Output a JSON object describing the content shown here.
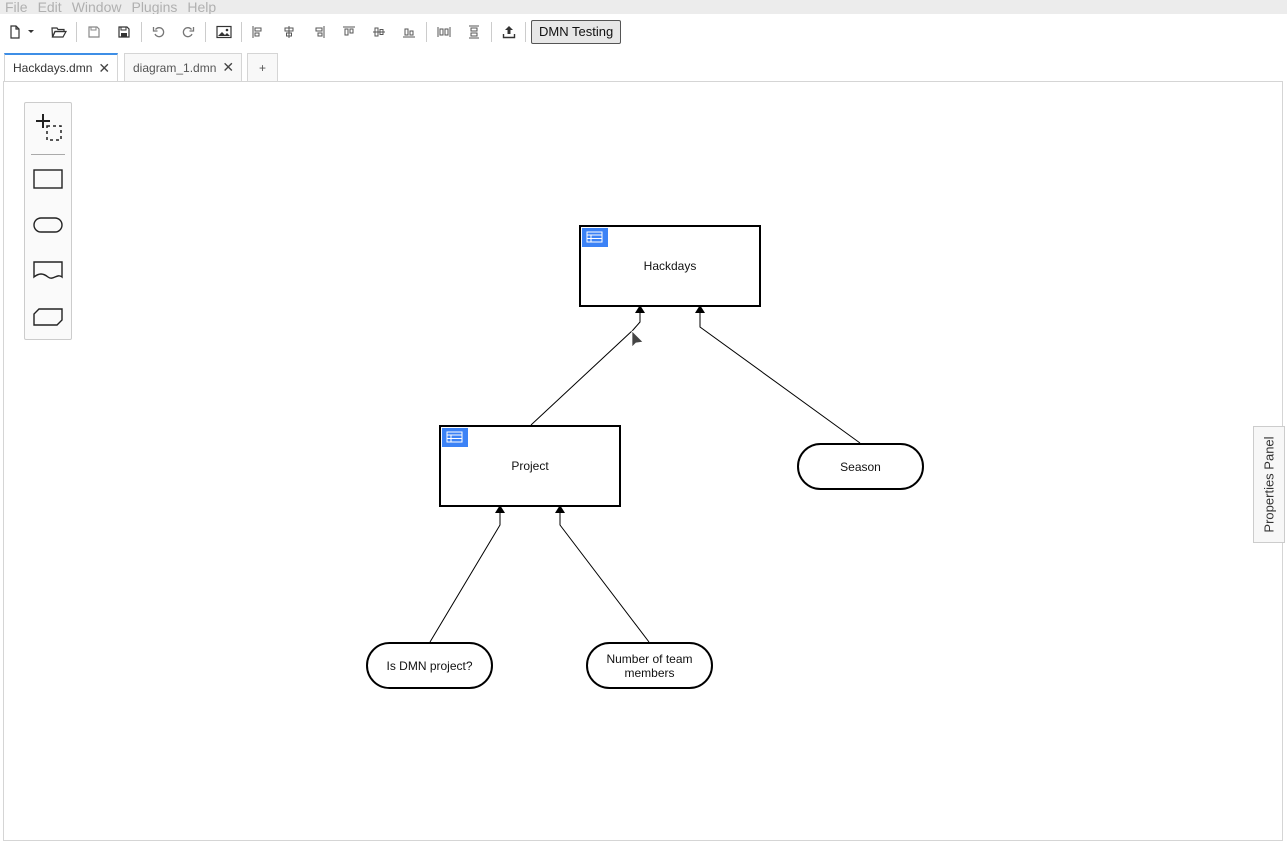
{
  "menu": [
    "File",
    "Edit",
    "Window",
    "Plugins",
    "Help"
  ],
  "toolbar": {
    "dmn_testing_label": "DMN Testing"
  },
  "tabs": [
    {
      "label": "Hackdays.dmn",
      "close": "✕",
      "active": true
    },
    {
      "label": "diagram_1.dmn",
      "close": "✕",
      "active": false
    }
  ],
  "add_tab_label": "+",
  "diagram": {
    "decisions": [
      {
        "id": "hackdays",
        "label": "Hackdays"
      },
      {
        "id": "project",
        "label": "Project"
      }
    ],
    "inputs": [
      {
        "id": "season",
        "label": "Season"
      },
      {
        "id": "is-dmn",
        "label": "Is DMN project?"
      },
      {
        "id": "team-members",
        "label": "Number of team members"
      }
    ]
  },
  "properties_panel_label": "Properties Panel",
  "colors": {
    "tab_active_accent": "#3d8ee6",
    "decision_table_icon": "#3b82f6",
    "stroke": "#000000"
  }
}
